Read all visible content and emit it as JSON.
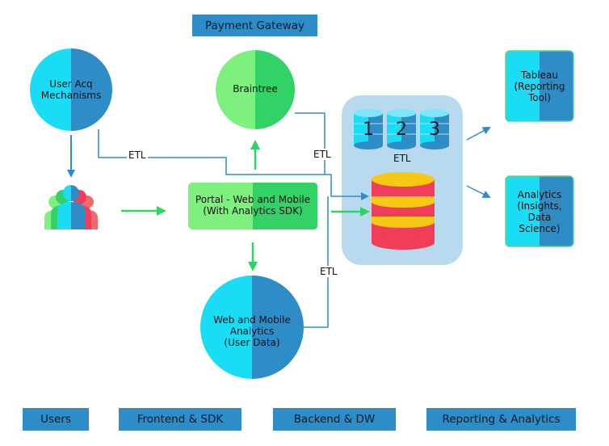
{
  "header": {
    "payment_gateway": "Payment Gateway"
  },
  "nodes": {
    "user_acq": "User Acq\nMechanisms",
    "braintree": "Braintree",
    "portal": "Portal - Web and Mobile\n(With Analytics SDK)",
    "web_analytics": "Web and Mobile\nAnalytics\n(User Data)",
    "tableau": "Tableau\n(Reporting\nTool)",
    "analytics": "Analytics\n(Insights,\nData\nScience)"
  },
  "datasources": [
    "1",
    "2",
    "3"
  ],
  "etl_labels": {
    "top": "ETL",
    "braintree": "ETL",
    "dw": "ETL",
    "bottom": "ETL"
  },
  "footer": {
    "users": "Users",
    "frontend": "Frontend & SDK",
    "backend": "Backend & DW",
    "reporting": "Reporting & Analytics"
  },
  "colors": {
    "cyan": "#1bdcf5",
    "blue": "#2e8dc7",
    "light_green": "#7ef07e",
    "green": "#33d266",
    "panel": "#b9d9ee",
    "connector": "#2e8dc7",
    "arrow_green": "#33d266",
    "db_red": "#ef3d5a",
    "db_yellow": "#f6c915"
  }
}
